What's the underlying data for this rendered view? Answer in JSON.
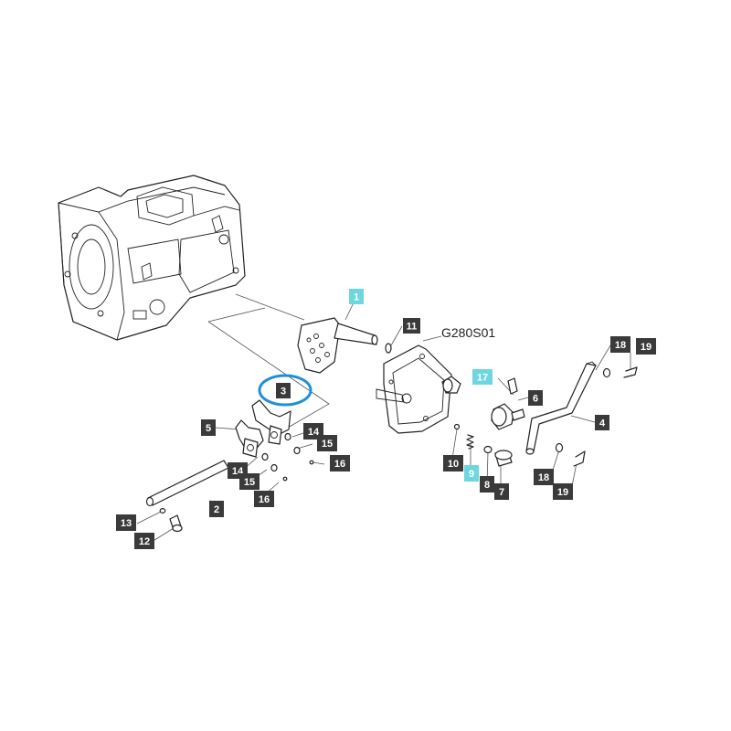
{
  "diagram": {
    "code": "G280S01",
    "highlight_color": "#6ed6e0",
    "callout_color": "#3a3a3a",
    "selection_ring_color": "#1e90d6",
    "callouts": {
      "c1": "1",
      "c2": "2",
      "c3": "3",
      "c4": "4",
      "c5": "5",
      "c6": "6",
      "c7": "7",
      "c8": "8",
      "c9": "9",
      "c10": "10",
      "c11": "11",
      "c12": "12",
      "c13": "13",
      "c14a": "14",
      "c14b": "14",
      "c15a": "15",
      "c15b": "15",
      "c16a": "16",
      "c16b": "16",
      "c17": "17",
      "c18a": "18",
      "c18b": "18",
      "c19a": "19",
      "c19b": "19"
    }
  }
}
